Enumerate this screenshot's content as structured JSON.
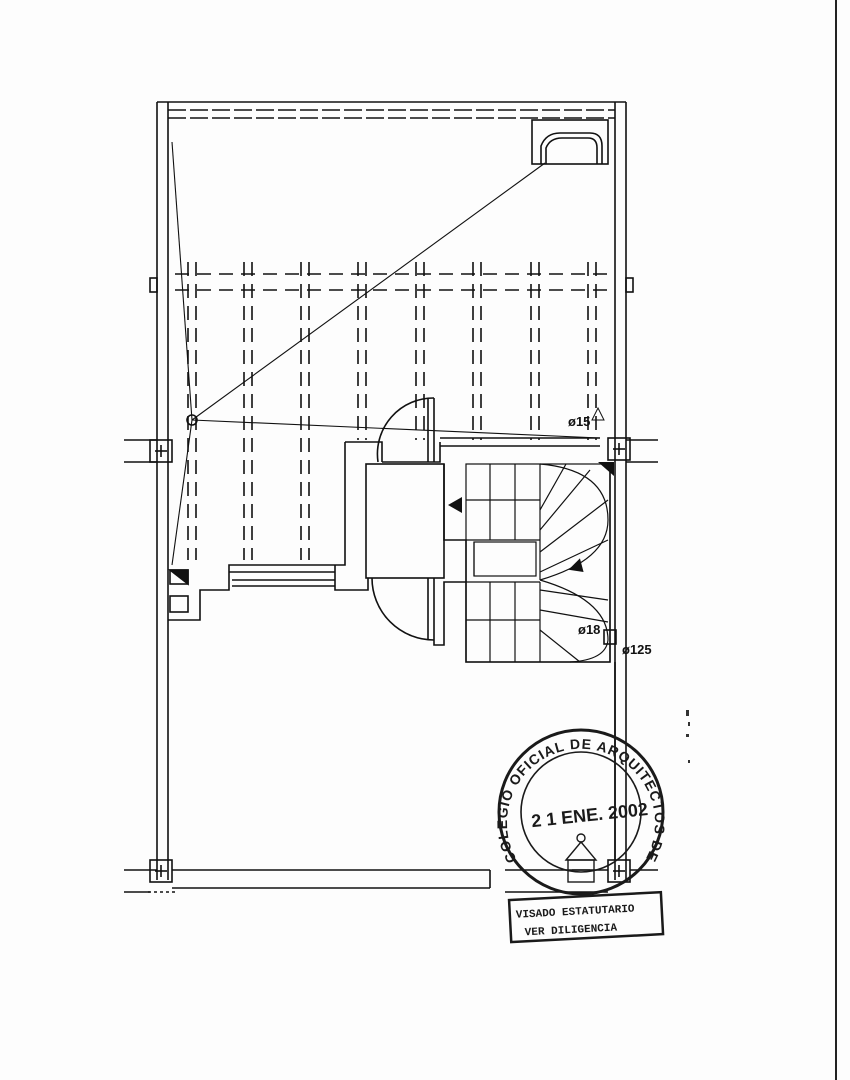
{
  "labels": {
    "ventilation_top": "ø15",
    "stair_inner": "ø18",
    "stair_outer": "ø125"
  },
  "stamp": {
    "ring_text": "COLEGIO OFICIAL DE ARQUITECTOS DE MALAGA",
    "date": "2 1 ENE. 2002",
    "box_line1": "VISADO ESTATUTARIO",
    "box_line2": "VER DILIGENCIA"
  },
  "colors": {
    "ink": "#111111",
    "stamp_ink": "#1a1a1a",
    "paper": "#fdfdfd"
  }
}
